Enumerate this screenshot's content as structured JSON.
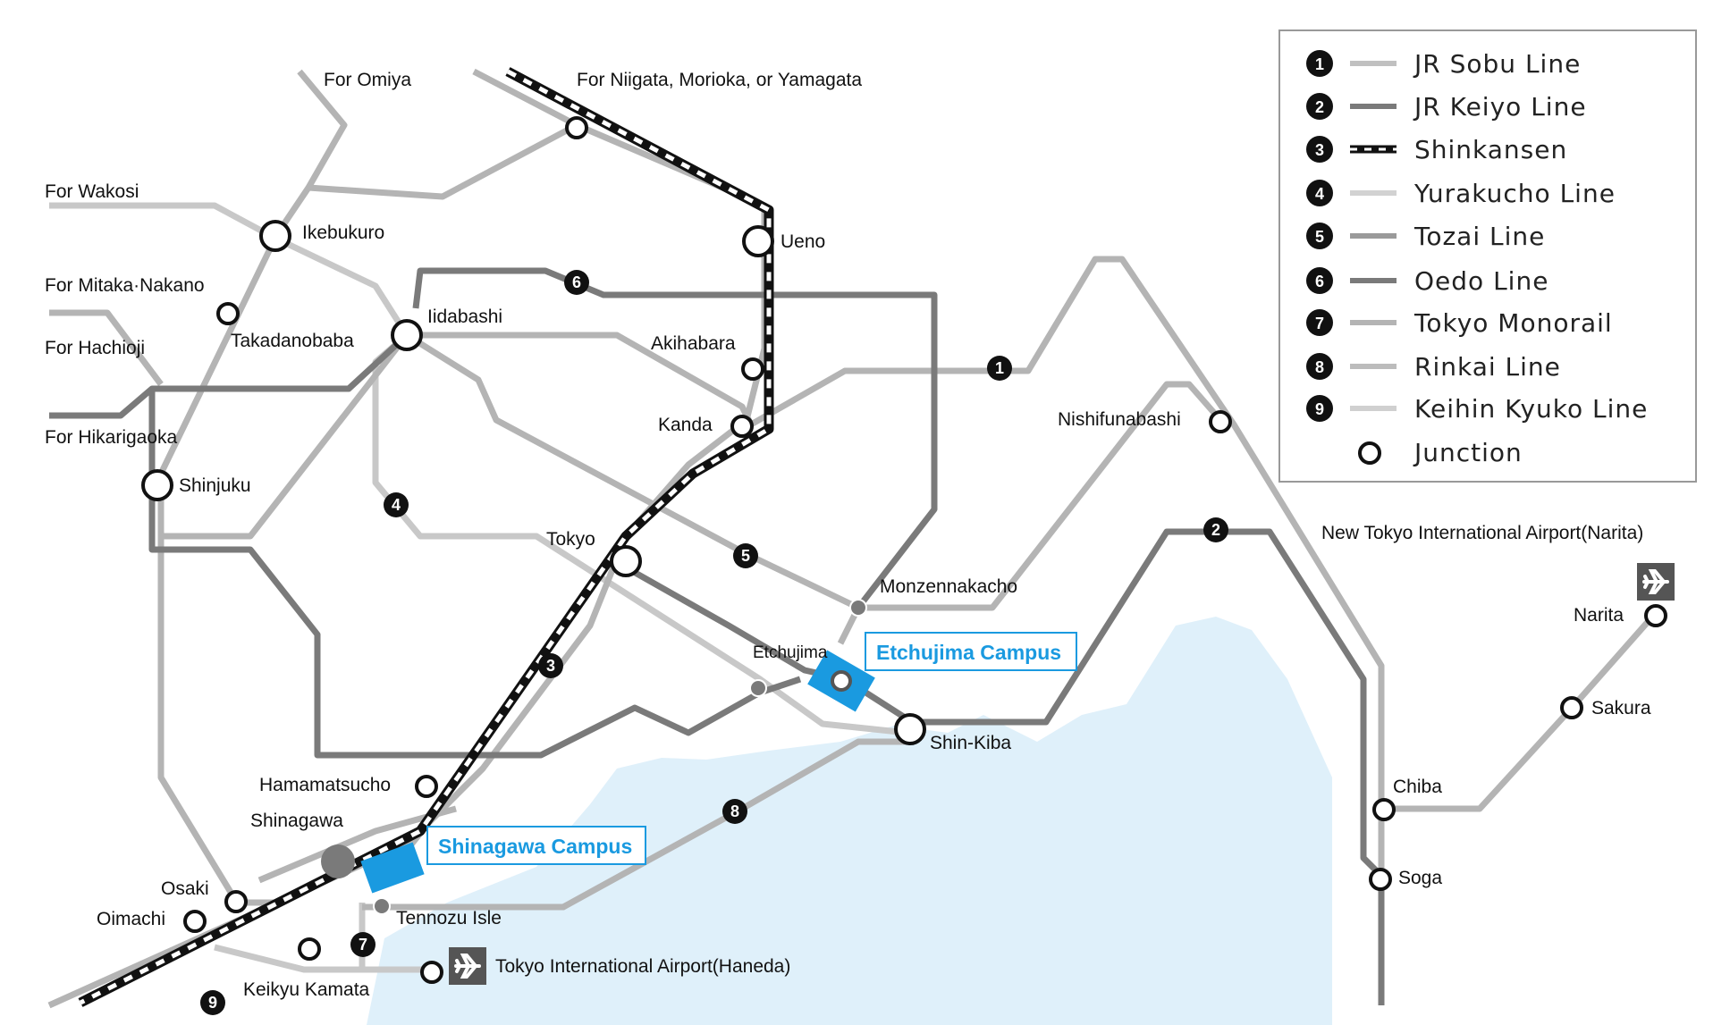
{
  "map": {
    "directions": {
      "omiya": "For Omiya",
      "niigata": "For Niigata, Morioka, or Yamagata",
      "wakosi": "For Wakosi",
      "mitaka": "For Mitaka·Nakano",
      "hachioji": "For Hachioji",
      "hikarigaoka": "For Hikarigaoka"
    },
    "stations": {
      "ikebukuro": "Ikebukuro",
      "ueno": "Ueno",
      "takadanobaba": "Takadanobaba",
      "iidabashi": "Iidabashi",
      "akihabara": "Akihabara",
      "kanda": "Kanda",
      "shinjuku": "Shinjuku",
      "tokyo": "Tokyo",
      "nishifunabashi": "Nishifunabashi",
      "monzennakacho": "Monzennakacho",
      "etchujima": "Etchujima",
      "shinkiba": "Shin-Kiba",
      "hamamatsucho": "Hamamatsucho",
      "shinagawa": "Shinagawa",
      "osaki": "Osaki",
      "oimachi": "Oimachi",
      "tennozu": "Tennozu Isle",
      "keikyu_kamata": "Keikyu Kamata",
      "haneda": "Tokyo International Airport(Haneda)",
      "narita_airport": "New Tokyo International Airport(Narita)",
      "narita": "Narita",
      "sakura": "Sakura",
      "chiba": "Chiba",
      "soga": "Soga"
    },
    "campuses": {
      "etchujima": "Etchujima Campus",
      "shinagawa": "Shinagawa Campus"
    },
    "badges": {
      "b1": "1",
      "b2": "2",
      "b3": "3",
      "b4": "4",
      "b5": "5",
      "b6": "6",
      "b7": "7",
      "b8": "8",
      "b9": "9"
    },
    "icons": [
      "airplane-icon",
      "junction-icon",
      "campus-marker-icon"
    ],
    "colors": {
      "sea": "#dff0fa",
      "campus_blue": "#1a9ae0",
      "line_light": "#c8c8c8",
      "line_mid": "#a8a8a8",
      "line_dark": "#7a7a7a",
      "shinkansen": "#111111"
    }
  },
  "legend": {
    "items": [
      {
        "num": "1",
        "label": "JR Sobu Line"
      },
      {
        "num": "2",
        "label": "JR Keiyo Line"
      },
      {
        "num": "3",
        "label": "Shinkansen"
      },
      {
        "num": "4",
        "label": "Yurakucho Line"
      },
      {
        "num": "5",
        "label": "Tozai Line"
      },
      {
        "num": "6",
        "label": "Oedo Line"
      },
      {
        "num": "7",
        "label": "Tokyo Monorail"
      },
      {
        "num": "8",
        "label": "Rinkai Line"
      },
      {
        "num": "9",
        "label": "Keihin Kyuko Line"
      }
    ],
    "junction_label": "Junction"
  }
}
